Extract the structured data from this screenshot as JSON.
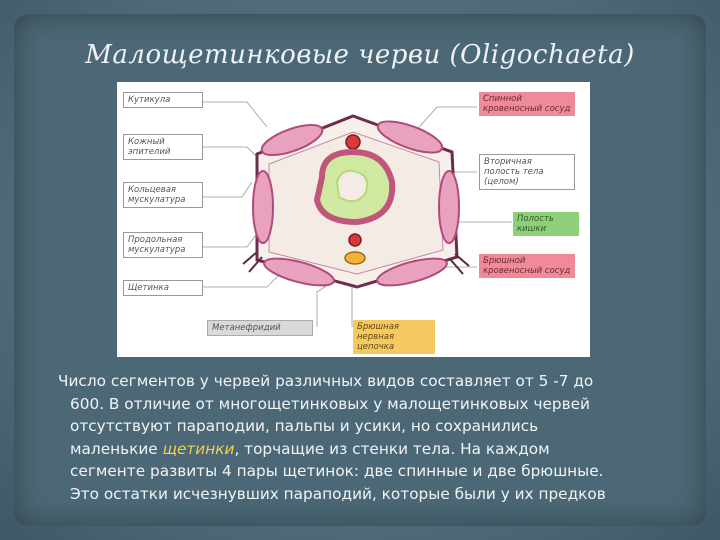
{
  "slide": {
    "title": "Малощетинковые черви (Oligochaeta)",
    "figure": {
      "labels": {
        "cuticle": "Кутикула",
        "skin_epithelium": "Кожный эпителий",
        "ring_muscles": "Кольцевая мускулатура",
        "long_muscles": "Продольная мускулатура",
        "bristle": "Щетинка",
        "metanephridium": "Метанефридий",
        "dorsal_vessel": "Спинной кровеносный сосуд",
        "coelom": "Вторичная полость тела (целом)",
        "gut_cavity": "Полость кишки",
        "ventral_vessel": "Брюшной кровеносный сосуд",
        "nerve_chain": "Брюшная нервная цепочка"
      }
    },
    "body": {
      "line1": "Число сегментов у червей различных видов составляет от 5 -7 до",
      "line2": "600. В отличие от многощетинковых у малощетинковых червей",
      "line3": "отсутствуют параподии, пальпы и усики, но сохранились",
      "line4_before": "маленькие ",
      "line4_highlight": "щетинки",
      "line4_after": ", торчащие из стенки тела. На каждом",
      "line5": "сегменте развиты 4 пары щетинок: две спинные и две брюшные.",
      "line6": "Это остатки исчезнувших параподий, которые были у их предков"
    },
    "colors": {
      "background": "#4c6876",
      "muscle_pink": "#e9a1c0",
      "muscle_dark": "#b04a7a",
      "gut_green": "#cfe9a0",
      "vessel_red": "#d8383a",
      "nerve_orange": "#f2b23c",
      "highlight": "#f2d14a"
    }
  }
}
